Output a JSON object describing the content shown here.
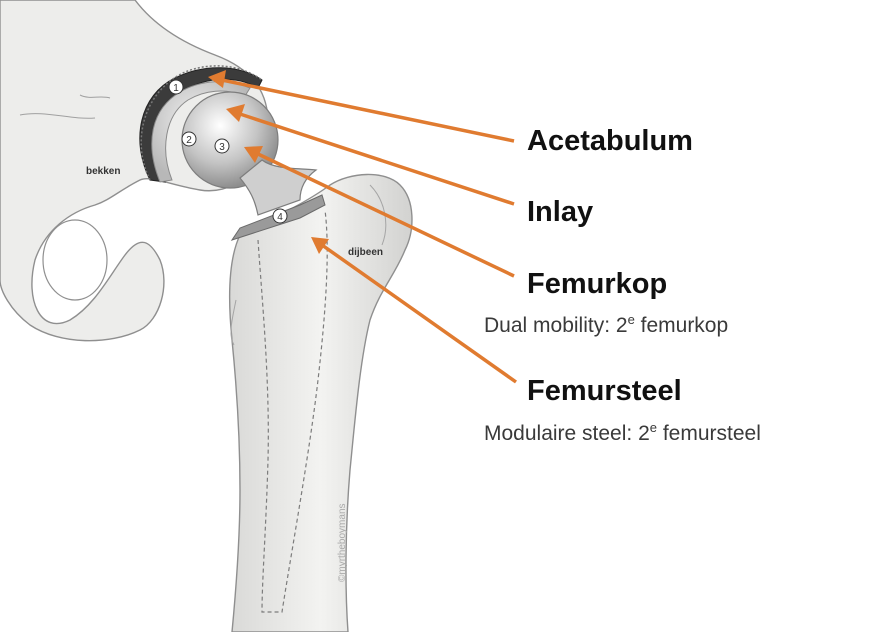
{
  "labels": {
    "acetabulum": "Acetabulum",
    "inlay": "Inlay",
    "femurkop": "Femurkop",
    "femursteel": "Femursteel"
  },
  "notes": {
    "dual_mobility_prefix": "Dual mobility: 2",
    "dual_mobility_sup": "e",
    "dual_mobility_suffix": " femurkop",
    "modulaire_prefix": "Modulaire steel: 2",
    "modulaire_sup": "e",
    "modulaire_suffix": " femursteel"
  },
  "anatomy": {
    "bekken": "bekken",
    "dijbeen": "dijbeen"
  },
  "markers": [
    "1",
    "2",
    "3",
    "4"
  ],
  "watermark": "©myrtheboymans",
  "colors": {
    "arrow": "#e07b30",
    "bone": "#ececea",
    "bone_stroke": "#8a8a8a",
    "implant": "#c9c9c9"
  }
}
